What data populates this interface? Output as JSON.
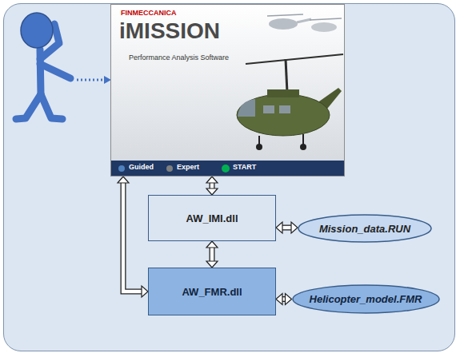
{
  "diagram": {
    "nodes": [
      {
        "text": [
          "FINMECCANICA",
          "iMISSION",
          "Performance Analysis Software",
          "Guided",
          "Expert",
          "START"
        ]
      },
      {
        "text": [
          "AW_IMI.dll"
        ]
      },
      {
        "text": [
          "Mission_data.RUN"
        ]
      },
      {
        "text": [
          "AW_FMR.dll"
        ]
      },
      {
        "text": [
          "Helicopter_model.FMR"
        ]
      }
    ],
    "edges": [
      {
        "from": 0,
        "to": 1,
        "arrow": "both"
      },
      {
        "from": 1,
        "to": 2,
        "arrow": "both"
      },
      {
        "from": 1,
        "to": 3,
        "arrow": "both"
      },
      {
        "from": 3,
        "to": 4,
        "arrow": "both"
      },
      {
        "from": 0,
        "to": 3,
        "arrow": "both"
      }
    ]
  }
}
